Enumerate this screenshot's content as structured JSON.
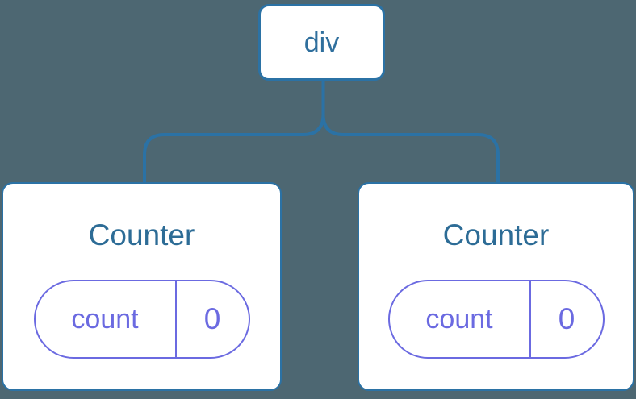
{
  "diagram": {
    "description": "Component tree: a div root element with two Counter children, each holding its own count state",
    "root": {
      "label": "div"
    },
    "children": [
      {
        "title": "Counter",
        "state": {
          "key": "count",
          "value": "0"
        }
      },
      {
        "title": "Counter",
        "state": {
          "key": "count",
          "value": "0"
        }
      }
    ]
  },
  "colors": {
    "background": "#4d6772",
    "node_border": "#2b72a5",
    "connector_line": "#2b72a5",
    "node_text": "#2f6f9d",
    "card_title_text": "#2d6c96",
    "state_accent": "#6b6ae1",
    "card_background": "#ffffff"
  }
}
